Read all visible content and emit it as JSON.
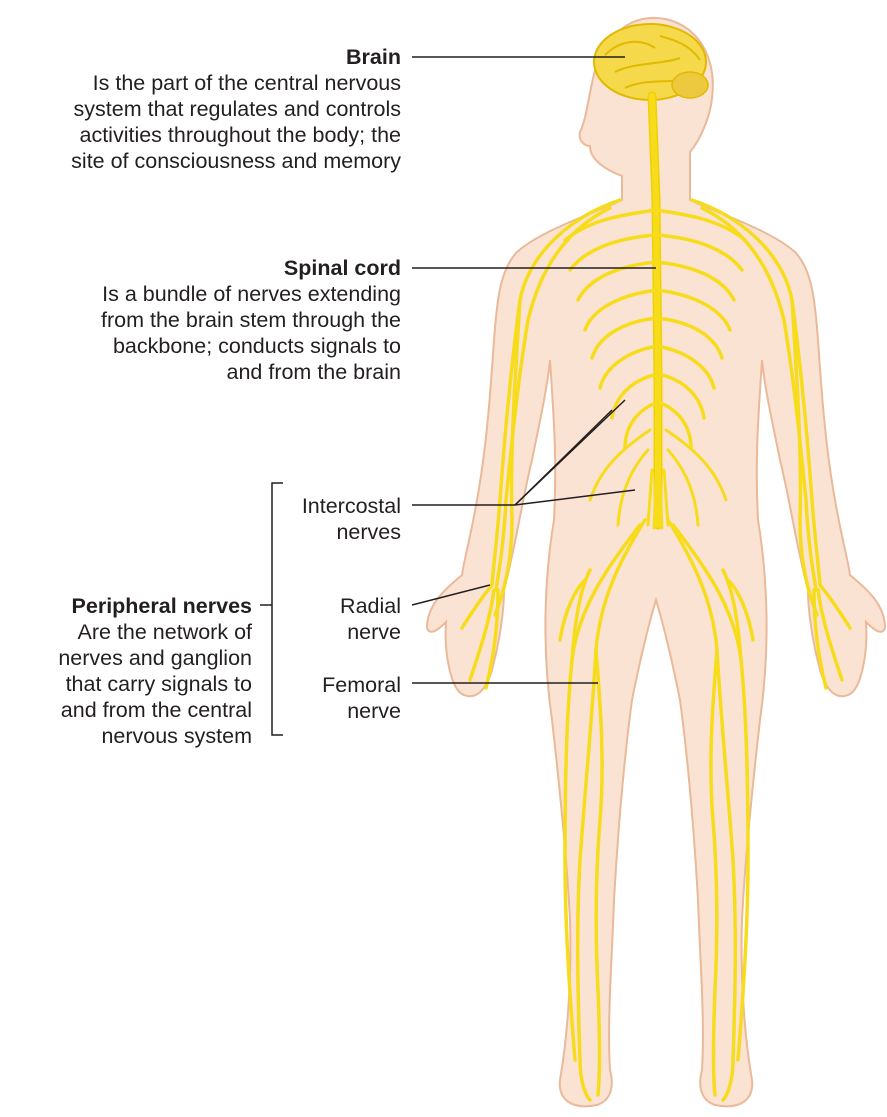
{
  "labels": {
    "brain": {
      "title": "Brain",
      "lines": [
        "Is the part of the central nervous",
        "system that regulates and controls",
        "activities throughout the body; the",
        "site of consciousness and memory"
      ]
    },
    "spinal_cord": {
      "title": "Spinal cord",
      "lines": [
        "Is a bundle of nerves extending",
        "from the brain stem through the",
        "backbone; conducts signals to",
        "and from the brain"
      ]
    },
    "peripheral": {
      "title": "Peripheral nerves",
      "lines": [
        "Are the network of",
        "nerves and ganglion",
        "that carry signals to",
        "and from the central",
        "nervous system"
      ]
    },
    "intercostal": {
      "lines": [
        "Intercostal",
        "nerves"
      ]
    },
    "radial": {
      "lines": [
        "Radial",
        "nerve"
      ]
    },
    "femoral": {
      "lines": [
        "Femoral",
        "nerve"
      ]
    }
  },
  "colors": {
    "skin": "#fbe3d3",
    "skin_outline": "#e9b99a",
    "nerve": "#f7dc1b",
    "nerve_edge": "#e0b900",
    "brain": "#f5d94a",
    "leader": "#231f20"
  }
}
